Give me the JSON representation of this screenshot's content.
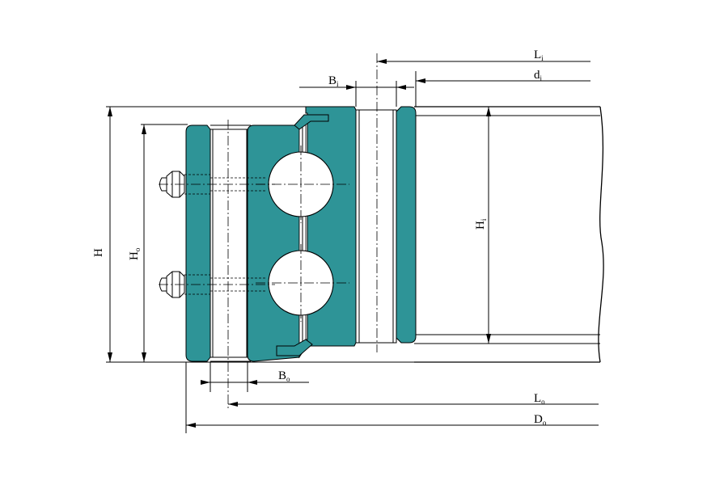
{
  "colors": {
    "ring_fill": "#2e9497",
    "line": "#000000",
    "background": "#ffffff"
  },
  "labels": {
    "L1": {
      "main": "L",
      "sub": "i"
    },
    "d1": {
      "main": "d",
      "sub": "i"
    },
    "B1": {
      "main": "B",
      "sub": "i"
    },
    "H": {
      "main": "H",
      "sub": ""
    },
    "H0": {
      "main": "H",
      "sub": "o"
    },
    "H1": {
      "main": "H",
      "sub": "i"
    },
    "B0": {
      "main": "B",
      "sub": "o"
    },
    "L0": {
      "main": "L",
      "sub": "o"
    },
    "D0": {
      "main": "D",
      "sub": "o"
    }
  }
}
